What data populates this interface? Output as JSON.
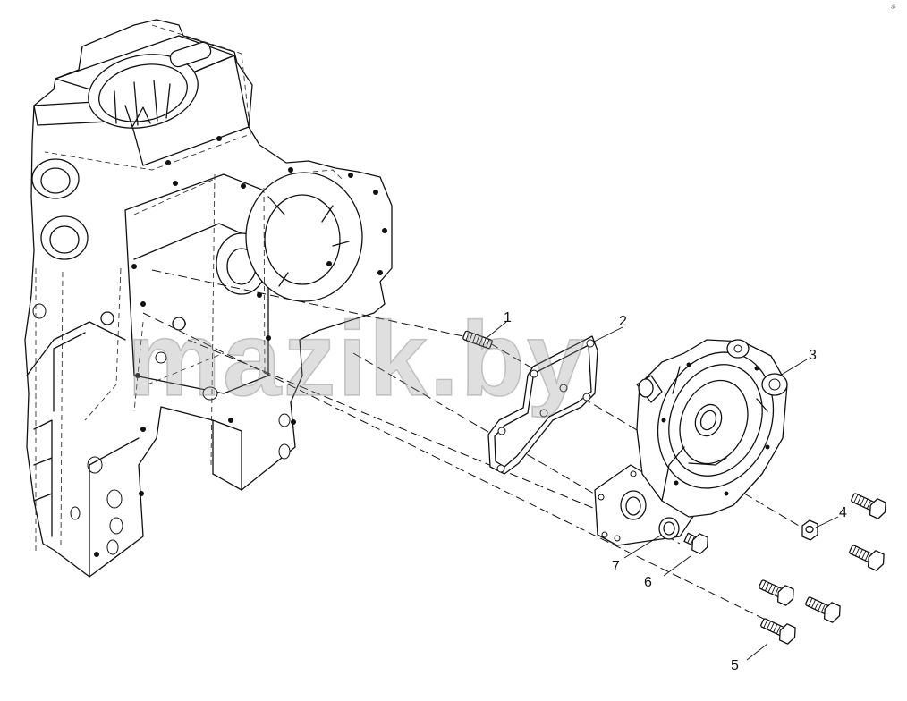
{
  "watermark": "mazik.by",
  "corner_mark": "ॐ",
  "callouts": [
    {
      "id": "callout-1",
      "label": "1"
    },
    {
      "id": "callout-2",
      "label": "2"
    },
    {
      "id": "callout-3",
      "label": "3"
    },
    {
      "id": "callout-4",
      "label": "4"
    },
    {
      "id": "callout-5",
      "label": "5"
    },
    {
      "id": "callout-6",
      "label": "6"
    },
    {
      "id": "callout-7",
      "label": "7"
    }
  ]
}
